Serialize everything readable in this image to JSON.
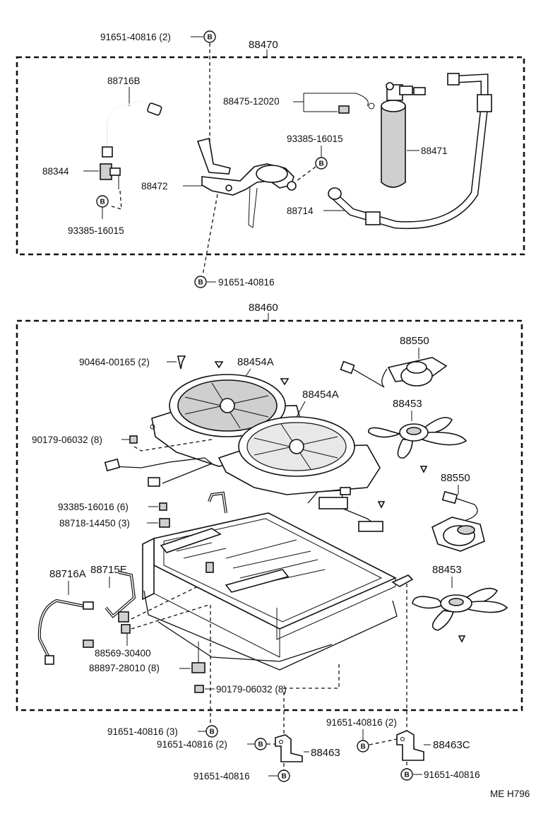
{
  "labels": {
    "bolt_top": "91651-40816 (2)",
    "assembly_upper": "88470",
    "tube_b": "88716B",
    "bracket_kit": "88475-12020",
    "screw_a": "93385-16015",
    "receiver": "88471",
    "switch": "88344",
    "bracket": "88472",
    "hose": "88714",
    "screw_b": "93385-16015",
    "bolt_mid": "91651-40816",
    "assembly_lower": "88460",
    "clip": "90464-00165 (2)",
    "shroud_1": "88454A",
    "shroud_2": "88454A",
    "motor_1": "88550",
    "fan_1": "88453",
    "nut_1": "90179-06032 (8)",
    "motor_2": "88550",
    "screw_c": "93385-16016 (6)",
    "clamp": "88718-14450 (3)",
    "tube_e": "88715E",
    "tube_a": "88716A",
    "fan_2": "88453",
    "bolt_c": "88569-30400",
    "cushion": "88897-28010 (8)",
    "nut_2": "90179-06032 (8)",
    "bolt_3": "91651-40816 (3)",
    "bolt_2b": "91651-40816 (2)",
    "bolt_2c": "91651-40816 (2)",
    "bracket_463": "88463",
    "bracket_463c": "88463C",
    "bolt_bottom_left": "91651-40816",
    "bolt_bottom_right": "91651-40816",
    "ref": "ME H796",
    "marker": "B"
  },
  "icons": [
    "b-marker-icon"
  ]
}
